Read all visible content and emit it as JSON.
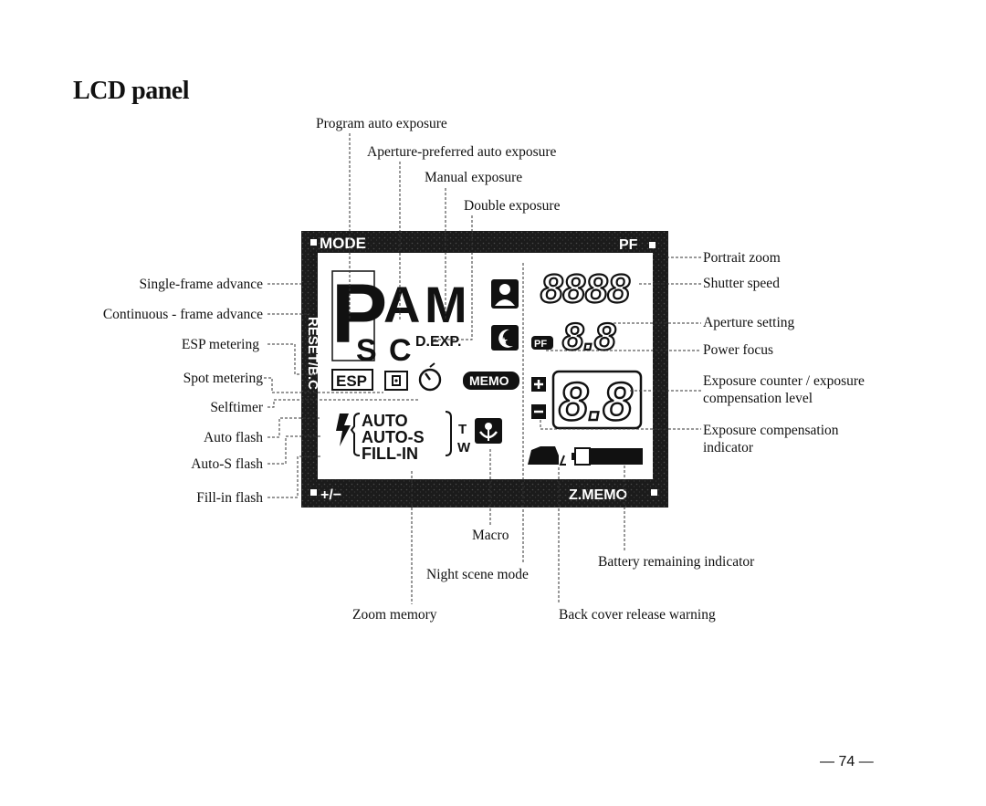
{
  "title": "LCD panel",
  "page_number": "— 74 —",
  "panel": {
    "mode": "MODE",
    "pf_top": "PF",
    "reset_bc": "RESET/B.C",
    "plus_minus": "+/−",
    "zmemo": "Z.MEMO",
    "program": "P",
    "aperture_mode": "A",
    "manual_mode": "M",
    "s_single": "S",
    "c_cont": "C",
    "dexp": "D.EXP.",
    "esp": "ESP",
    "memo": "MEMO",
    "auto": "AUTO",
    "auto_s": "AUTO-S",
    "fill_in": "FILL-IN",
    "t": "T",
    "w": "W",
    "pf_small": "PF",
    "shutter_digits": "8888",
    "aperture_digits": "8.8",
    "counter_digits": "8.8"
  },
  "labels": {
    "program_auto_exposure": "Program auto exposure",
    "aperture_preferred": "Aperture-preferred auto exposure",
    "manual_exposure": "Manual exposure",
    "double_exposure": "Double exposure",
    "portrait_zoom": "Portrait zoom",
    "shutter_speed": "Shutter speed",
    "aperture_setting": "Aperture setting",
    "power_focus": "Power focus",
    "exposure_counter_1": "Exposure counter / exposure",
    "exposure_counter_2": "compensation level",
    "exp_comp_ind_1": "Exposure compensation",
    "exp_comp_ind_2": "indicator",
    "battery": "Battery remaining indicator",
    "back_cover": "Back cover release warning",
    "macro": "Macro",
    "night_scene": "Night scene mode",
    "zoom_memory": "Zoom memory",
    "single_frame": "Single-frame advance",
    "continuous_frame": "Continuous - frame advance",
    "esp_metering": "ESP metering",
    "spot_metering": "Spot metering",
    "selftimer": "Selftimer",
    "auto_flash": "Auto flash",
    "auto_s_flash": "Auto-S flash",
    "fill_in_flash": "Fill-in flash"
  },
  "colors": {
    "lcd_frame": "#1a1a1a",
    "lcd_face": "#ffffff",
    "ink": "#111111"
  }
}
